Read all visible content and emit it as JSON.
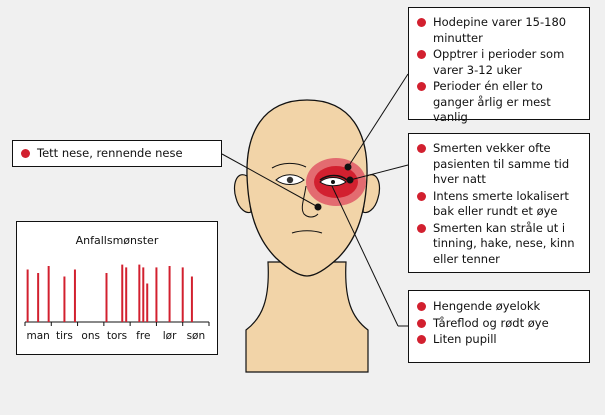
{
  "callouts": {
    "left": [
      "Tett nese, rennende nese"
    ],
    "top_right": [
      "Hodepine varer 15-180 minutter",
      "Opptrer i perioder som varer 3-12 uker",
      "Perioder én eller to ganger årlig er mest vanlig"
    ],
    "mid_right": [
      "Smerten vekker ofte pasienten til samme tid hver natt",
      "Intens smerte lokalisert bak eller rundt et øye",
      "Smerten kan stråle ut i tinning, hake, nese, kinn eller tenner"
    ],
    "bottom_right": [
      "Hengende øyelokk",
      "Tåreflod og rødt øye",
      "Liten pupill"
    ]
  },
  "colors": {
    "accent": "#d2202f",
    "skin": "#f2d4a8",
    "pain_light": "#e36b70",
    "pain_dark": "#d2202f",
    "background": "#f0f0f0"
  },
  "chart_data": {
    "type": "bar",
    "title": "Anfallsmønster",
    "categories": [
      "man",
      "tirs",
      "ons",
      "tors",
      "fre",
      "lør",
      "søn"
    ],
    "attack_positions": [
      0.1,
      0.5,
      0.9,
      1.5,
      1.9,
      3.1,
      3.7,
      3.85,
      4.35,
      4.5,
      4.65,
      5.0,
      5.5,
      6.0,
      6.35
    ],
    "attack_values": [
      0.75,
      0.7,
      0.8,
      0.65,
      0.75,
      0.7,
      0.82,
      0.78,
      0.82,
      0.78,
      0.55,
      0.78,
      0.8,
      0.78,
      0.65
    ],
    "xlim": [
      0,
      7
    ],
    "ylim": [
      0,
      1
    ]
  }
}
